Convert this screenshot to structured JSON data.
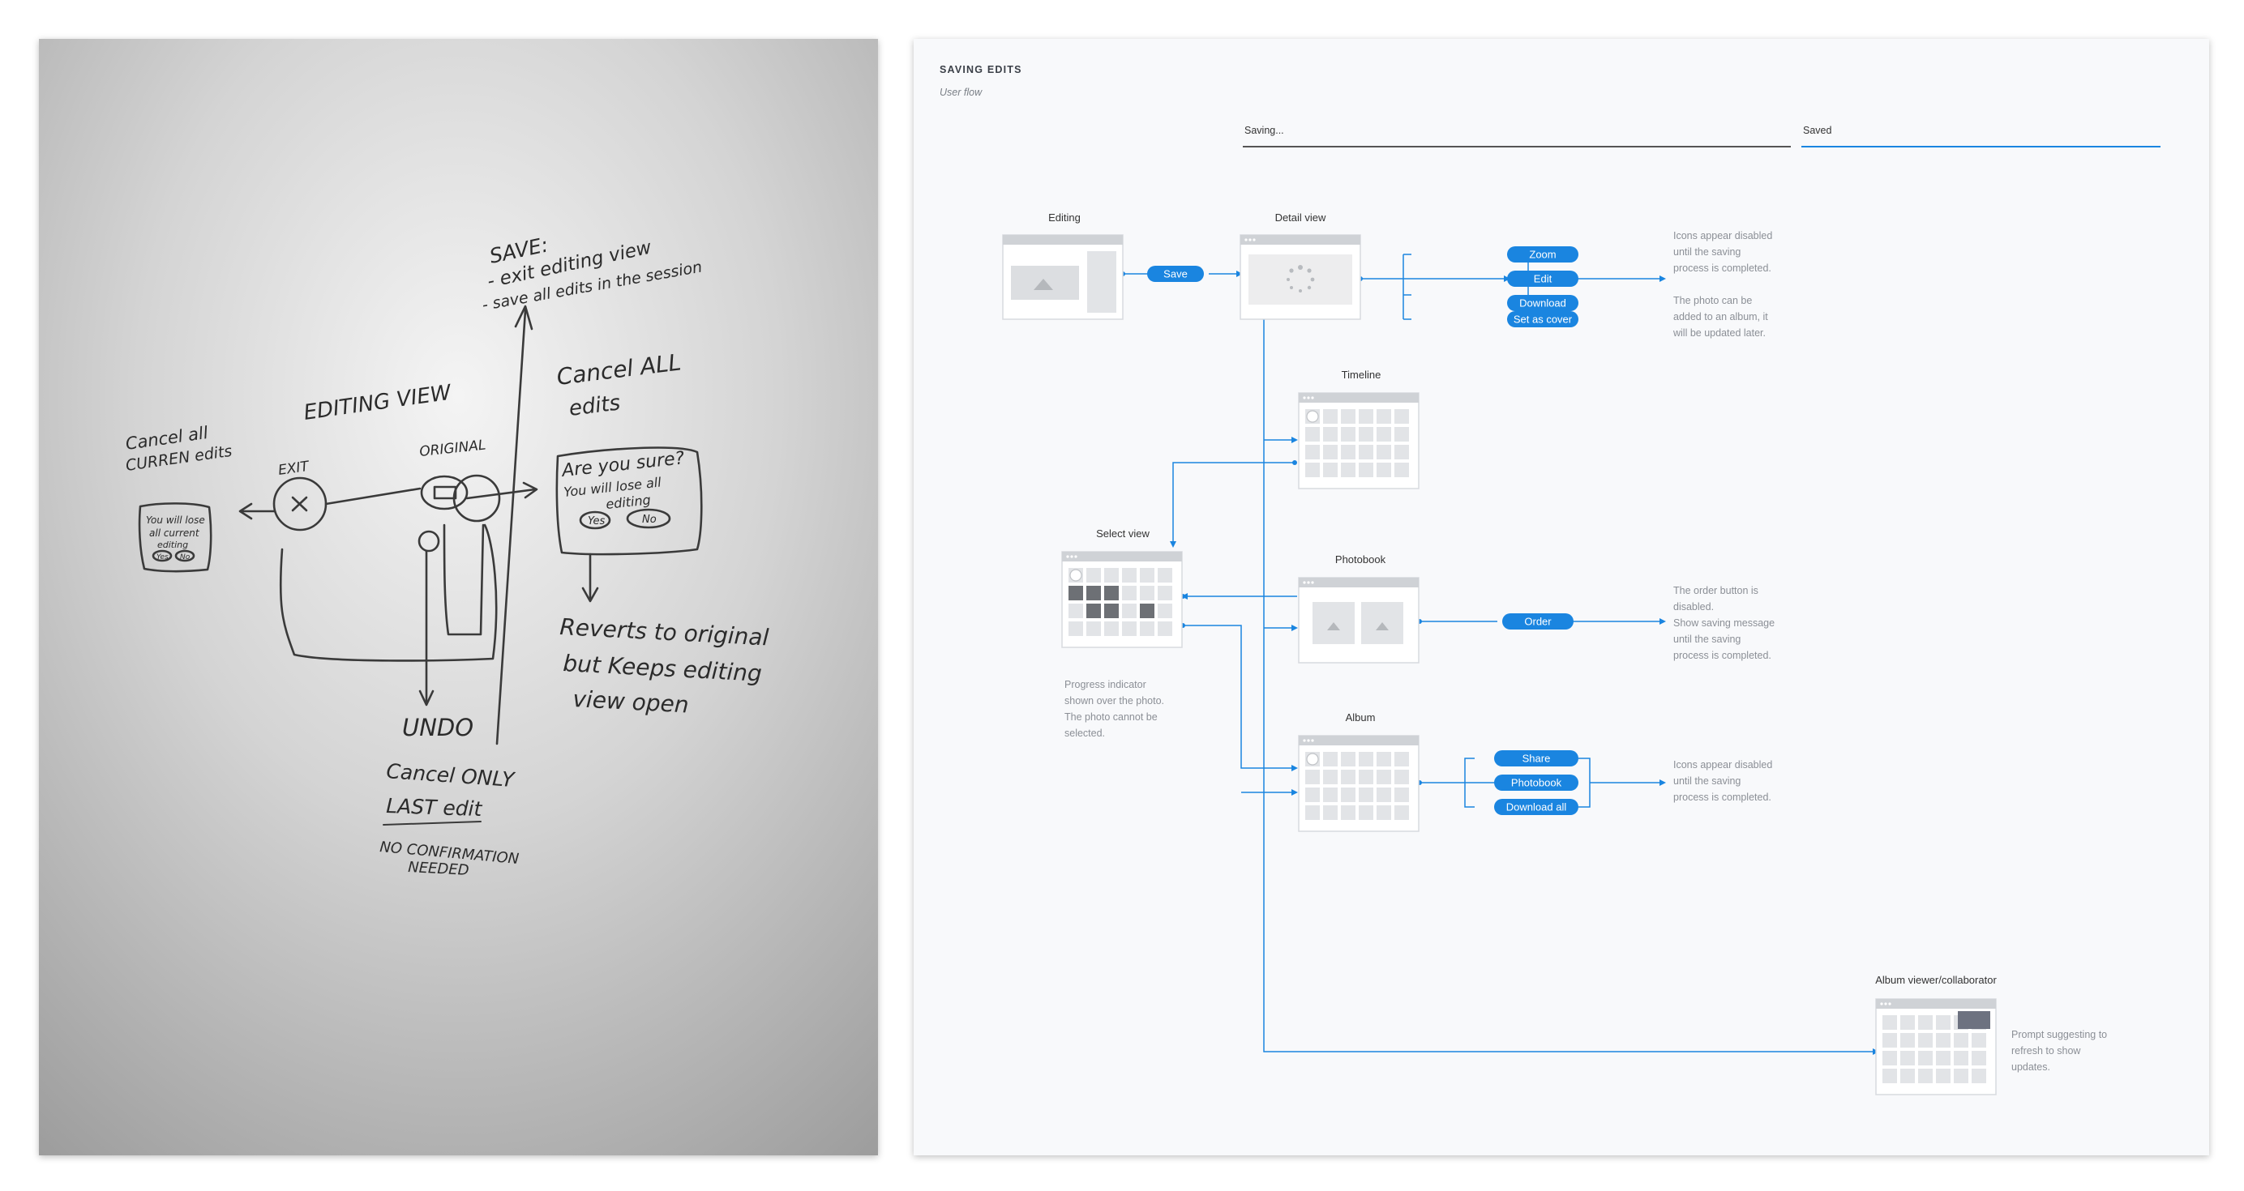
{
  "sketch": {
    "save_line1": "SAVE:",
    "save_line2": "- exit editing view",
    "save_line3": "- save all edits in the session",
    "editing_view": "EDITING VIEW",
    "cancel_all_1": "Cancel ALL",
    "cancel_all_2": "edits",
    "cancel_current_1": "Cancel all",
    "cancel_current_2": "CURREN edits",
    "exit": "EXIT",
    "original": "ORIGINAL",
    "dialog_1": "Are you sure?",
    "dialog_2": "You will lose all",
    "dialog_3": "editing",
    "dialog_yes": "Yes",
    "dialog_no": "No",
    "small_1": "You will lose",
    "small_2": "all current",
    "small_3": "editing",
    "small_yes": "Yes",
    "small_no": "No",
    "reverts_1": "Reverts to original",
    "reverts_2": "but Keeps editing",
    "reverts_3": "view open",
    "undo": "UNDO",
    "cancel_only_1": "Cancel ONLY",
    "cancel_only_2": "LAST edit",
    "no_conf_1": "NO CONFIRMATION",
    "no_conf_2": "NEEDED"
  },
  "flow": {
    "title": "SAVING EDITS",
    "subtitle": "User flow",
    "saving": "Saving...",
    "saved": "Saved",
    "screens": {
      "editing": "Editing",
      "detail": "Detail view",
      "timeline": "Timeline",
      "select": "Select view",
      "photobook": "Photobook",
      "album": "Album",
      "viewer": "Album viewer/collaborator"
    },
    "actions": {
      "save": "Save",
      "zoom": "Zoom",
      "edit": "Edit",
      "download": "Download",
      "set_as_cover": "Set as cover",
      "order": "Order",
      "share": "Share",
      "photobook": "Photobook",
      "download_all": "Download all"
    },
    "notes": {
      "detail_a": [
        "Icons appear disabled",
        "until the saving",
        "process is completed."
      ],
      "detail_b": [
        "The photo can be",
        "added to an album, it",
        "will be updated later."
      ],
      "photobook": [
        "The order button is",
        "disabled.",
        "Show saving message",
        "until the saving",
        "process is completed."
      ],
      "select": [
        "Progress indicator",
        "shown over the photo.",
        "The photo cannot be",
        "selected."
      ],
      "album": [
        "Icons appear disabled",
        "until the saving",
        "process is completed."
      ],
      "viewer": [
        "Prompt suggesting to",
        "refresh to show",
        "updates."
      ]
    },
    "colors": {
      "accent": "#1a85e0",
      "line_dark": "#555555",
      "note": "#8b8f96"
    }
  }
}
